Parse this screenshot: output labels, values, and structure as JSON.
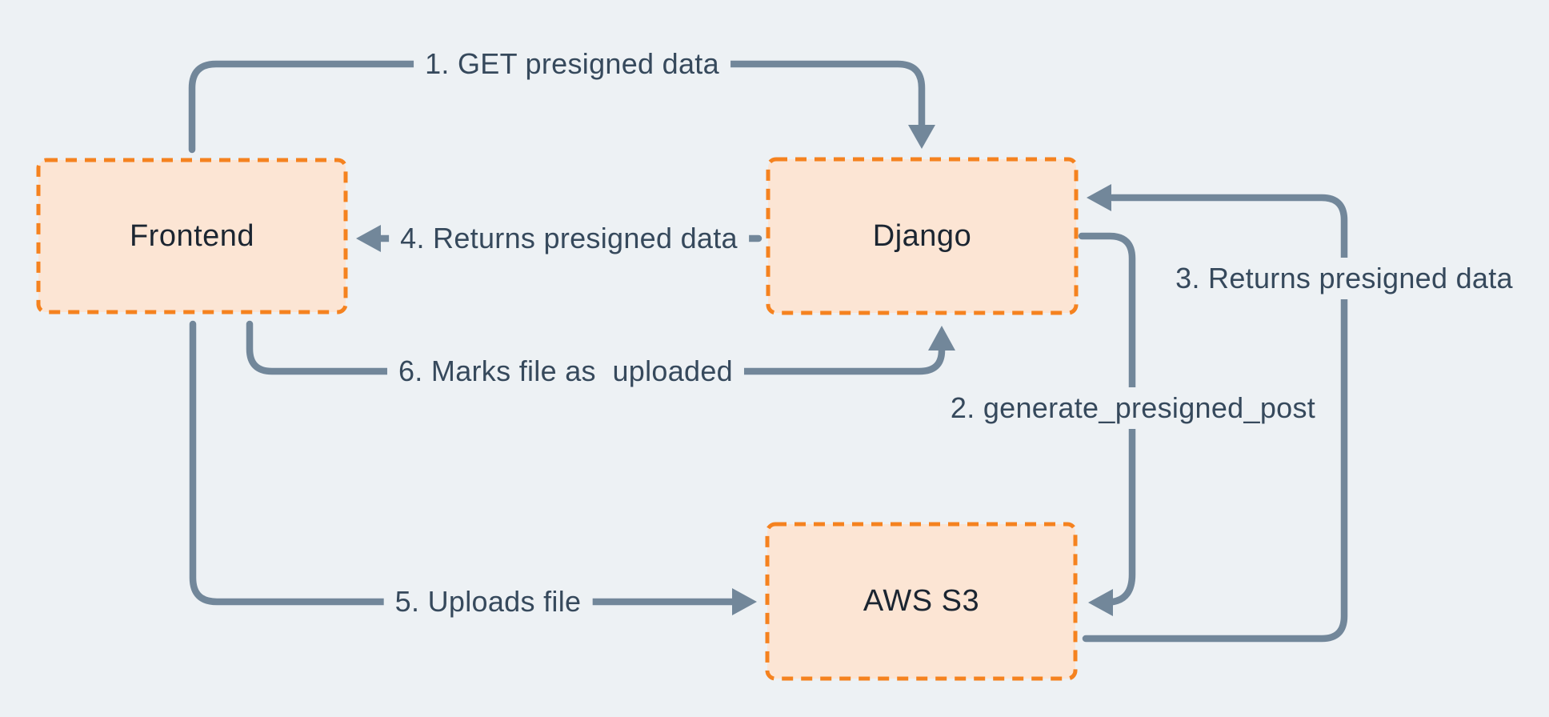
{
  "diagram": {
    "type": "flow-diagram",
    "nodes": [
      {
        "id": "frontend",
        "label": "Frontend"
      },
      {
        "id": "django",
        "label": "Django"
      },
      {
        "id": "aws-s3",
        "label": "AWS S3"
      }
    ],
    "edges": [
      {
        "id": "1",
        "label": "1. GET presigned data",
        "from": "frontend",
        "to": "django"
      },
      {
        "id": "2",
        "label": "2. generate_presigned_post",
        "from": "django",
        "to": "aws-s3"
      },
      {
        "id": "3",
        "label": "3. Returns presigned data",
        "from": "aws-s3",
        "to": "django"
      },
      {
        "id": "4",
        "label": "4. Returns presigned data",
        "from": "django",
        "to": "frontend"
      },
      {
        "id": "5",
        "label": "5. Uploads file",
        "from": "frontend",
        "to": "aws-s3"
      },
      {
        "id": "6",
        "label": "6. Marks file as  uploaded",
        "from": "frontend",
        "to": "django"
      }
    ],
    "colors": {
      "background": "#edf1f4",
      "node_fill": "#fce5d4",
      "node_border": "#f5821f",
      "arrow": "#72879a",
      "edge_label_text": "#36495c",
      "node_label_text": "#1b2531"
    }
  }
}
